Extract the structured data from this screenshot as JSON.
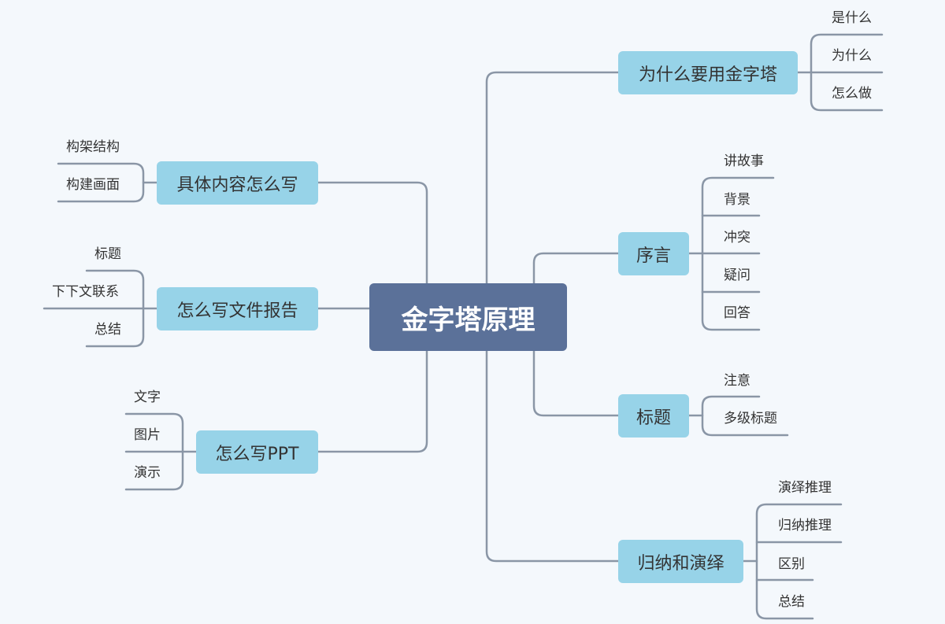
{
  "root": "金字塔原理",
  "branches": {
    "why": {
      "label": "为什么要用金字塔",
      "children": [
        "是什么",
        "为什么",
        "怎么做"
      ]
    },
    "preface": {
      "label": "序言",
      "children": [
        "讲故事",
        "背景",
        "冲突",
        "疑问",
        "回答"
      ]
    },
    "title": {
      "label": "标题",
      "children": [
        "注意",
        "多级标题"
      ]
    },
    "induction": {
      "label": "归纳和演绎",
      "children": [
        "演绎推理",
        "归纳推理",
        "区别",
        "总结"
      ]
    },
    "content": {
      "label": "具体内容怎么写",
      "children": [
        "构架结构",
        "构建画面"
      ]
    },
    "report": {
      "label": "怎么写文件报告",
      "children": [
        "标题",
        "下下文联系",
        "总结"
      ]
    },
    "ppt": {
      "label": "怎么写PPT",
      "children": [
        "文字",
        "图片",
        "演示"
      ]
    }
  },
  "colors": {
    "root": "#5b7199",
    "branch": "#97d3e8",
    "line": "#8a96a6"
  }
}
